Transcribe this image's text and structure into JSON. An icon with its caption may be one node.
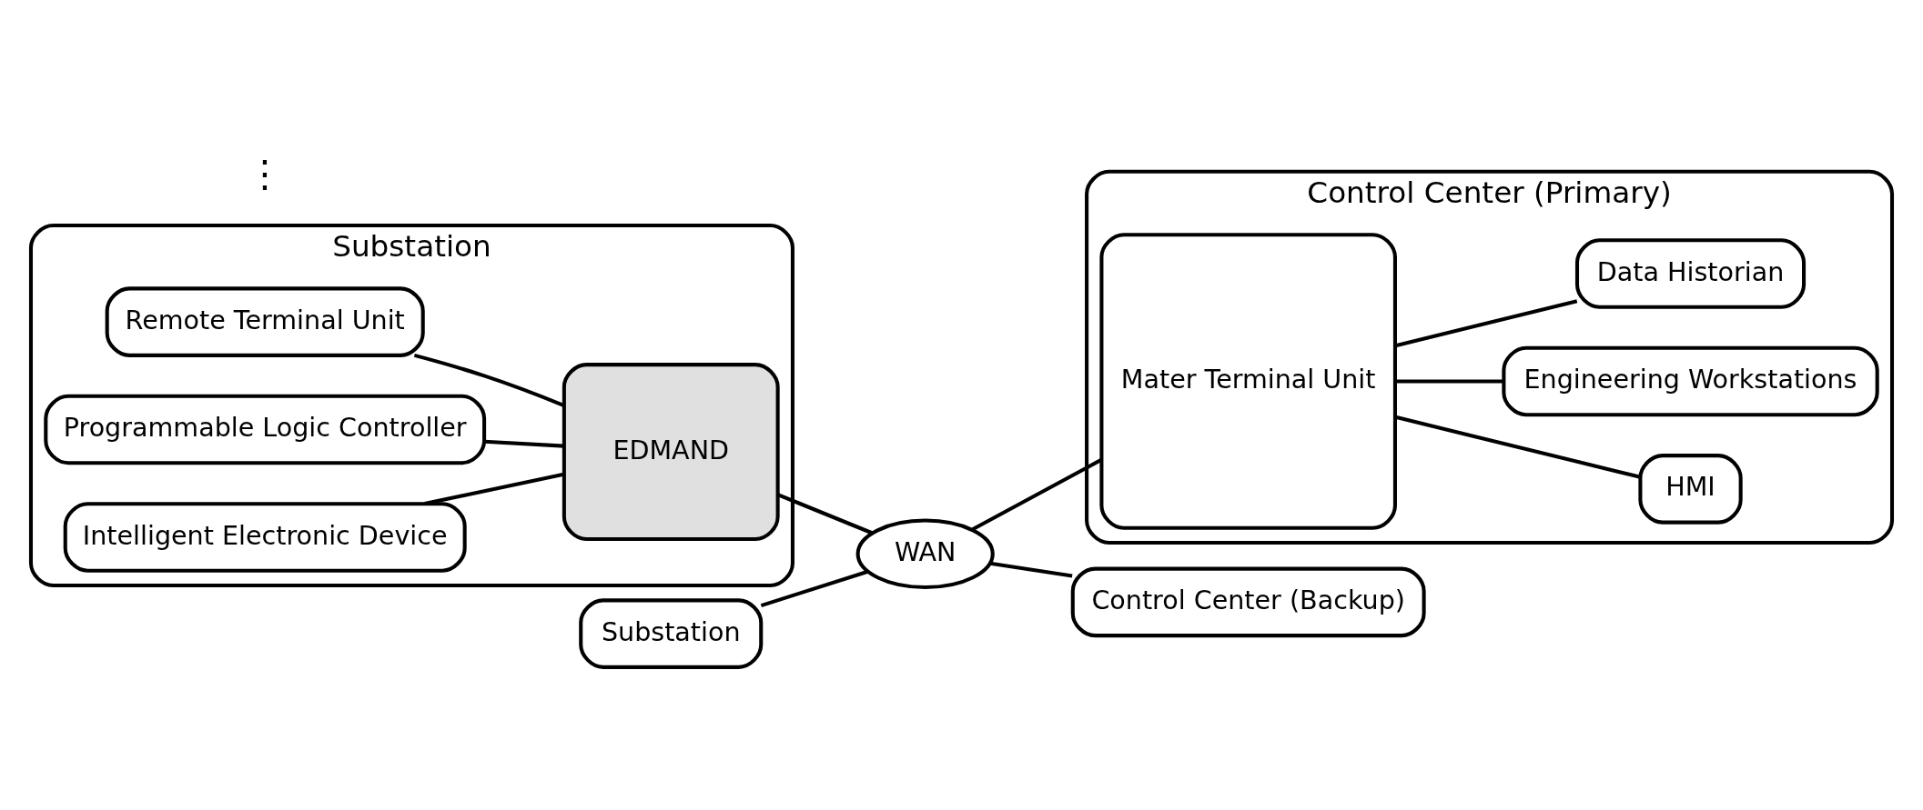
{
  "diagram": {
    "nodes": [
      {
        "text": [
          "Substation"
        ]
      },
      {
        "text": [
          "Remote Terminal Unit"
        ],
        "in": 0
      },
      {
        "text": [
          "Programmable Logic Controller"
        ],
        "in": 0
      },
      {
        "text": [
          "Intelligent Electronic Device"
        ],
        "in": 0
      },
      {
        "text": [
          "EDMAND"
        ],
        "in": 0
      },
      {
        "text": [
          "WAN"
        ]
      },
      {
        "text": [
          "Control Center (Primary)"
        ]
      },
      {
        "text": [
          "Mater Terminal Unit"
        ],
        "in": 6
      },
      {
        "text": [
          "HMI"
        ],
        "in": 6
      },
      {
        "text": [
          "Engineering Workstations"
        ],
        "in": 6
      },
      {
        "text": [
          "Data Historian"
        ],
        "in": 6
      },
      {
        "text": [
          "Substation"
        ]
      },
      {
        "text": [
          "Control Center (Backup)"
        ]
      }
    ],
    "edges": [
      {
        "from": 1,
        "to": 4,
        "arrow": "none"
      },
      {
        "from": 2,
        "to": 4,
        "arrow": "none"
      },
      {
        "from": 3,
        "to": 4,
        "arrow": "none"
      },
      {
        "from": 4,
        "to": 5,
        "arrow": "none"
      },
      {
        "from": 5,
        "to": 7,
        "arrow": "none"
      },
      {
        "from": 7,
        "to": 8,
        "arrow": "none"
      },
      {
        "from": 7,
        "to": 9,
        "arrow": "none"
      },
      {
        "from": 7,
        "to": 10,
        "arrow": "none"
      },
      {
        "from": 11,
        "to": 5,
        "arrow": "none"
      },
      {
        "from": 5,
        "to": 12,
        "arrow": "none"
      }
    ],
    "labels": [
      "⋮"
    ]
  }
}
